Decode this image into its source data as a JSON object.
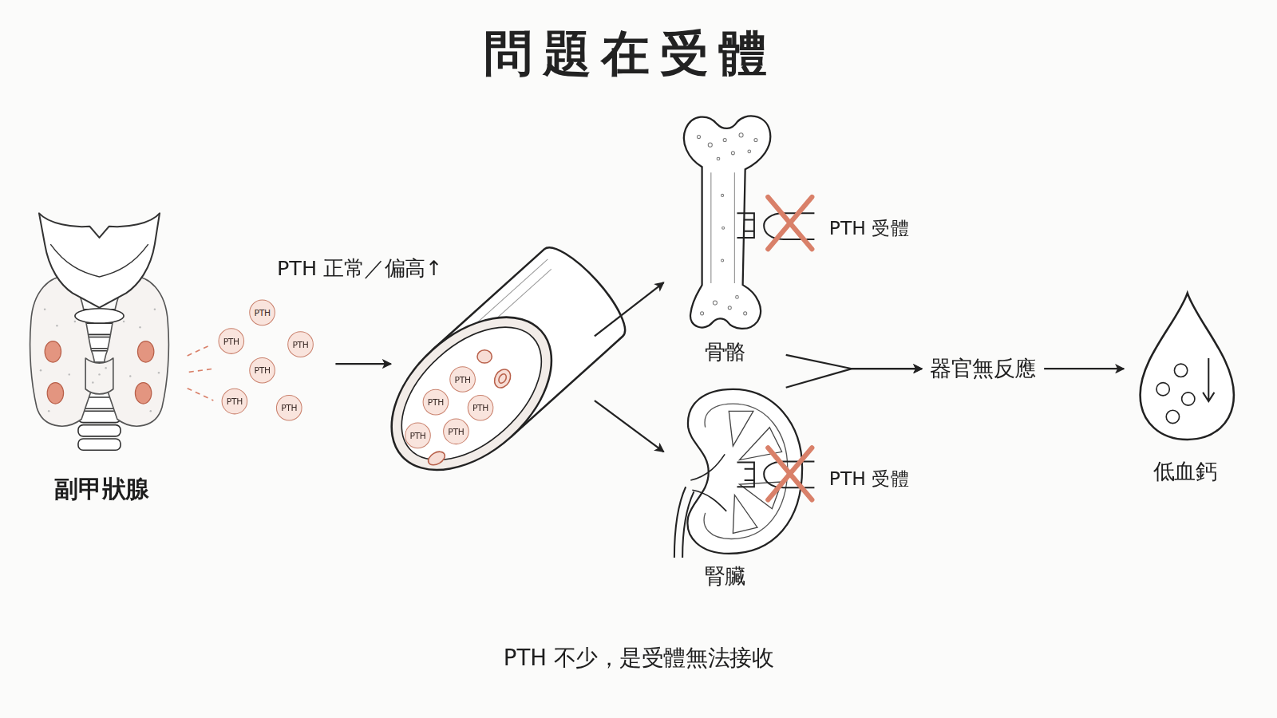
{
  "diagram": {
    "title": "問題在受體",
    "caption": "PTH 不少，是受體無法接收",
    "nodes": [
      {
        "text": [
          "副甲狀腺"
        ]
      },
      {
        "text": [
          "PTH"
        ]
      },
      {
        "text": [
          "PTH"
        ]
      },
      {
        "text": [
          "PTH"
        ]
      },
      {
        "text": [
          "PTH"
        ]
      },
      {
        "text": [
          "PTH"
        ]
      },
      {
        "text": [
          "PTH"
        ]
      },
      {
        "text": []
      },
      {
        "text": [
          "PTH"
        ],
        "in": 7
      },
      {
        "text": [
          "PTH"
        ],
        "in": 7
      },
      {
        "text": [
          "PTH"
        ],
        "in": 7
      },
      {
        "text": [
          "PTH"
        ],
        "in": 7
      },
      {
        "text": [
          "PTH"
        ],
        "in": 7
      },
      {
        "text": [
          "骨骼"
        ]
      },
      {
        "text": [
          "腎臟"
        ]
      },
      {
        "text": [
          "器官無反應"
        ]
      },
      {
        "text": [
          "低血鈣"
        ]
      }
    ],
    "edges": [
      {
        "from": 0,
        "to": 7,
        "label": "PTH 正常／偏高↑",
        "arrow": "to"
      },
      {
        "from": 7,
        "to": 13,
        "arrow": "to"
      },
      {
        "from": 7,
        "to": 14,
        "arrow": "to"
      },
      {
        "from": 13,
        "to": 15,
        "arrow": "to"
      },
      {
        "from": 14,
        "to": 15,
        "arrow": "to"
      },
      {
        "from": 15,
        "to": 16,
        "arrow": "to"
      }
    ],
    "labels": [
      "PTH 受體",
      "PTH 受體"
    ]
  }
}
